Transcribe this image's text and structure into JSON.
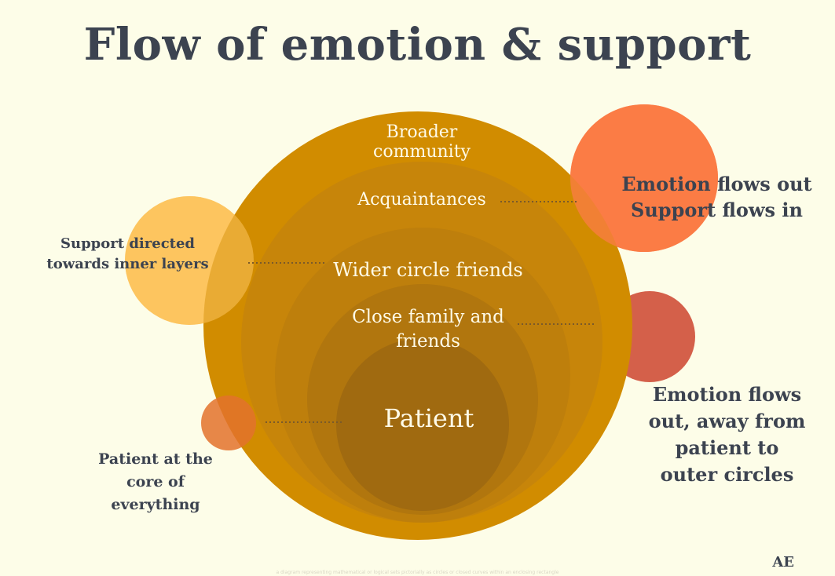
{
  "title": "Flow of emotion & support",
  "rings": [
    {
      "label": "Broader community",
      "color": "#d18c00"
    },
    {
      "label": "Acquaintances",
      "color": "#c7850a"
    },
    {
      "label": "Wider circle friends",
      "color": "#be7f0c"
    },
    {
      "label": "Close family and friends",
      "color": "#b1760e"
    },
    {
      "label": "Patient",
      "color": "#a06a10"
    }
  ],
  "bubbles": [
    {
      "name": "emotion-out-support-in",
      "color": "#fb7c45"
    },
    {
      "name": "support-directed",
      "color": "#fdc55f"
    },
    {
      "name": "emotion-flows-out",
      "color": "#d4604a"
    },
    {
      "name": "patient-core",
      "color": "#e3722c"
    }
  ],
  "annotations": {
    "emotion_support_line1": "Emotion flows out",
    "emotion_support_line2": "Support flows in",
    "support_directed_line1": "Support directed",
    "support_directed_line2": "towards inner layers",
    "emotion_out_line1": "Emotion flows",
    "emotion_out_line2": "out, away from",
    "emotion_out_line3": "patient to",
    "emotion_out_line4": "outer circles",
    "patient_core_line1": "Patient at the",
    "patient_core_line2": "core of",
    "patient_core_line3": "everything"
  },
  "credit": "AE",
  "caption": "a diagram representing mathematical or logical sets pictorially as circles or closed curves within an enclosing rectangle"
}
